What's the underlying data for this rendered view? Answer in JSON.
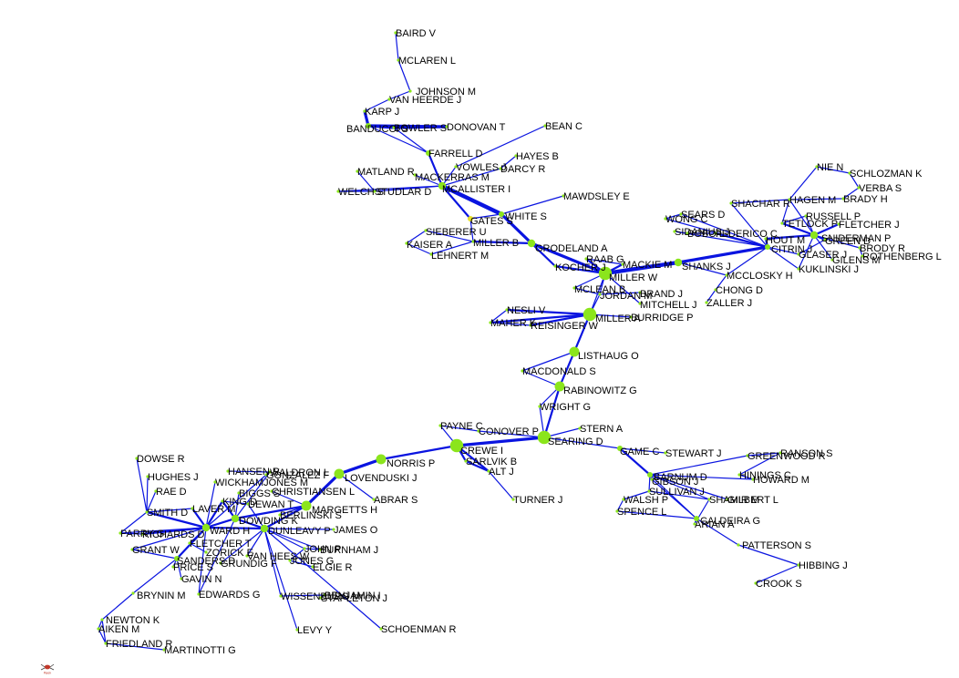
{
  "colors": {
    "edge": "#0a14e0",
    "node": "#8be51c",
    "node_alt": "#e8e02a",
    "label": "#000000"
  },
  "logo_text": "Pajek",
  "nodes": {
    "bairdv": {
      "label": "BAIRD V",
      "size": 1
    },
    "mclarenl": {
      "label": "MCLAREN L",
      "size": 1
    },
    "johnsonm": {
      "label": "JOHNSON M",
      "size": 1
    },
    "vanheerded": {
      "label": "VAN HEERDE J",
      "size": 1
    },
    "karpj": {
      "label": "KARP J",
      "size": 1
    },
    "bandurcis": {
      "label": "BANDUCCI S",
      "size": 2
    },
    "bowlers": {
      "label": "BOWLER S",
      "size": 1
    },
    "donovant": {
      "label": "DONOVAN T",
      "size": 1
    },
    "beanc": {
      "label": "BEAN C",
      "size": 1
    },
    "farrelld": {
      "label": "FARRELL D",
      "size": 2
    },
    "hayesb": {
      "label": "HAYES B",
      "size": 1
    },
    "vowlesj": {
      "label": "VOWLES J",
      "size": 1
    },
    "darcyr": {
      "label": "DARCY R",
      "size": 1
    },
    "mackerrasm": {
      "label": "MACKERRAS M",
      "size": 1
    },
    "matlandr": {
      "label": "MATLAND R",
      "size": 1
    },
    "mcallisteri": {
      "label": "MCALLISTER I",
      "size": 3
    },
    "studlard": {
      "label": "STUDLAR D",
      "size": 1
    },
    "welchs": {
      "label": "WELCH S",
      "size": 1
    },
    "mawdsleye": {
      "label": "MAWDSLEY E",
      "size": 1
    },
    "whites": {
      "label": "WHITE S",
      "size": 2
    },
    "gatess": {
      "label": "GATES S",
      "size": 2
    },
    "siebereru": {
      "label": "SIEBERER U",
      "size": 1
    },
    "kaisera": {
      "label": "KAISER A",
      "size": 1
    },
    "millerb": {
      "label": "MILLER B",
      "size": 1
    },
    "lehnertm": {
      "label": "LEHNERT M",
      "size": 1
    },
    "grodelanda": {
      "label": "GRODELAND A",
      "size": 3
    },
    "raabg": {
      "label": "RAAB G",
      "size": 1
    },
    "kochergj": {
      "label": "KOCHER J",
      "size": 1
    },
    "mackiem": {
      "label": "MACKIE M",
      "size": 1
    },
    "millerw": {
      "label": "MILLER W",
      "size": 5
    },
    "mcleanb": {
      "label": "MCLEAN B",
      "size": 1
    },
    "jordanm": {
      "label": "JORDAN M",
      "size": 1
    },
    "brandj": {
      "label": "BRAND J",
      "size": 1
    },
    "mitchellj": {
      "label": "MITCHELL J",
      "size": 1
    },
    "shanksj": {
      "label": "SHANKS J",
      "size": 3
    },
    "mccloskyh": {
      "label": "MCCLOSKY H",
      "size": 1
    },
    "chongd": {
      "label": "CHONG D",
      "size": 1
    },
    "zallerj": {
      "label": "ZALLER J",
      "size": 1
    },
    "niens": {
      "label": "NIE N",
      "size": 1
    },
    "schlozmank": {
      "label": "SCHLOZMAN K",
      "size": 1
    },
    "verbas": {
      "label": "VERBA S",
      "size": 1
    },
    "bradyh": {
      "label": "BRADY H",
      "size": 1
    },
    "shacharr": {
      "label": "SHACHAR R",
      "size": 1
    },
    "hagenm": {
      "label": "HAGEN M",
      "size": 1
    },
    "searsd": {
      "label": "SEARS D",
      "size": 1
    },
    "wongc": {
      "label": "WONG C",
      "size": 1
    },
    "russellp": {
      "label": "RUSSELL P",
      "size": 1
    },
    "tetlockp": {
      "label": "TETLOCK P",
      "size": 1
    },
    "fletcherj": {
      "label": "FLETCHER J",
      "size": 1
    },
    "sidaniusj": {
      "label": "SIDANIUS J",
      "size": 1
    },
    "bobol": {
      "label": "BOBO L",
      "size": 1
    },
    "federicoc": {
      "label": "FEDERICO C",
      "size": 1
    },
    "houtmand": {
      "label": "HOUT M",
      "size": 1
    },
    "sniderman": {
      "label": "SNIDERMAN P",
      "size": 3
    },
    "greenb": {
      "label": "GREEN D",
      "size": 1
    },
    "citrinj": {
      "label": "CITRIN J",
      "size": 2
    },
    "glaserj": {
      "label": "GLASER J",
      "size": 1
    },
    "gilensm": {
      "label": "GILENS M",
      "size": 1
    },
    "brodyr": {
      "label": "BRODY R",
      "size": 1
    },
    "rothenbergl": {
      "label": "ROTHENBERG L",
      "size": 1
    },
    "kuklinskij": {
      "label": "KUKLINSKI J",
      "size": 1
    },
    "neslyv": {
      "label": "NESLI V",
      "size": 1
    },
    "maherk": {
      "label": "MAHER K",
      "size": 1
    },
    "reisingerw": {
      "label": "REISINGER W",
      "size": 1
    },
    "millera": {
      "label": "MILLER A",
      "size": 5
    },
    "burridgep": {
      "label": "BURRIDGE P",
      "size": 1
    },
    "listhaugo": {
      "label": "LISTHAUG O",
      "size": 4
    },
    "macdonalds": {
      "label": "MACDONALD S",
      "size": 1
    },
    "rabinowitzg": {
      "label": "RABINOWITZ G",
      "size": 4
    },
    "wrightg": {
      "label": "WRIGHT G",
      "size": 1
    },
    "paynec": {
      "label": "PAYNE C",
      "size": 1
    },
    "conoverp": {
      "label": "CONOVER P",
      "size": 1
    },
    "sternа": {
      "label": "STERN A",
      "size": 1
    },
    "searingd": {
      "label": "SEARING D",
      "size": 5
    },
    "crewei": {
      "label": "CREWE I",
      "size": 5
    },
    "sarlvikb": {
      "label": "SARLVIK B",
      "size": 1
    },
    "altj": {
      "label": "ALT J",
      "size": 1
    },
    "turnerj": {
      "label": "TURNER J",
      "size": 1
    },
    "gamec": {
      "label": "GAME C",
      "size": 2
    },
    "stewartj": {
      "label": "STEWART J",
      "size": 1
    },
    "greenwoodr": {
      "label": "GREENWOOD R",
      "size": 1
    },
    "ransons": {
      "label": "RANSON S",
      "size": 1
    },
    "hiningsc": {
      "label": "HININGS C",
      "size": 1
    },
    "howardm": {
      "label": "HOWARD M",
      "size": 1
    },
    "marnumd": {
      "label": "BARNUM D",
      "size": 2
    },
    "gibsonj": {
      "label": "GIBSON J",
      "size": 1
    },
    "sullivanj": {
      "label": "SULLIVAN J",
      "size": 1
    },
    "walshp": {
      "label": "WALSH P",
      "size": 1
    },
    "shamirm": {
      "label": "SHAMIR M",
      "size": 1
    },
    "gilbertl": {
      "label": "GILBERT L",
      "size": 1
    },
    "spencel": {
      "label": "SPENCE L",
      "size": 1
    },
    "caldeirag": {
      "label": "CALDEIRA G",
      "size": 2
    },
    "arianа": {
      "label": "ARIAN A",
      "size": 1
    },
    "pattersons": {
      "label": "PATTERSON S",
      "size": 1
    },
    "hibbingj": {
      "label": "HIBBING J",
      "size": 1
    },
    "crooks": {
      "label": "CROOK S",
      "size": 1
    },
    "norrisp": {
      "label": "NORRIS P",
      "size": 4
    },
    "lovenduskij": {
      "label": "LOVENDUSKI J",
      "size": 4
    },
    "abrars": {
      "label": "ABRAR S",
      "size": 1
    },
    "margettsh": {
      "label": "MARGETTS H",
      "size": 4
    },
    "christiansenl": {
      "label": "CHRISTIANSEN L",
      "size": 1
    },
    "berlinskis": {
      "label": "BERLINSKI S",
      "size": 1
    },
    "dowser": {
      "label": "DOWSE R",
      "size": 1
    },
    "hughesj": {
      "label": "HUGHES J",
      "size": 1
    },
    "raed": {
      "label": "RAE D",
      "size": 1
    },
    "hansonr": {
      "label": "HANSEN R",
      "size": 1
    },
    "waldronl": {
      "label": "WALDRON L",
      "size": 1
    },
    "gonzalezf": {
      "label": "GONZALEZ F",
      "size": 1
    },
    "wickhamjonesm": {
      "label": "WICKHAMJONES M",
      "size": 1
    },
    "biggss": {
      "label": "BIGGS S",
      "size": 1
    },
    "kingd": {
      "label": "KING D",
      "size": 1
    },
    "dewant": {
      "label": "DEWAN T",
      "size": 1
    },
    "laverm": {
      "label": "LAVER M",
      "size": 1
    },
    "smithd": {
      "label": "SMITH D",
      "size": 1
    },
    "parrys": {
      "label": "PARRY G",
      "size": 1
    },
    "richardsd": {
      "label": "RICHARDS D",
      "size": 1
    },
    "wardh": {
      "label": "WARD H",
      "size": 3
    },
    "dowdingk": {
      "label": "DOWDING K",
      "size": 3
    },
    "dunleavyp": {
      "label": "DUNLEAVY P",
      "size": 3
    },
    "jameso": {
      "label": "JAMES O",
      "size": 1
    },
    "grantw": {
      "label": "GRANT W",
      "size": 1
    },
    "fletchert": {
      "label": "FLETCHER T",
      "size": 1
    },
    "zorickE": {
      "label": "ZORICK E",
      "size": 1
    },
    "vanheesw": {
      "label": "VAN HEES W",
      "size": 1
    },
    "johnp": {
      "label": "JOHN P",
      "size": 1
    },
    "burnhamj": {
      "label": "BURNHAM J",
      "size": 1
    },
    "prices": {
      "label": "PRICE S",
      "size": 1
    },
    "sandersd": {
      "label": "SANDERS D",
      "size": 2
    },
    "grundigf": {
      "label": "GRUNDIG F",
      "size": 1
    },
    "jonesg": {
      "label": "JONES G",
      "size": 1
    },
    "elgier": {
      "label": "ELGIE R",
      "size": 1
    },
    "gavinn": {
      "label": "GAVIN N",
      "size": 1
    },
    "bryninm": {
      "label": "BRYNIN M",
      "size": 1
    },
    "edwardsg": {
      "label": "EDWARDS G",
      "size": 1
    },
    "wissenburgm": {
      "label": "WISSENBURG M",
      "size": 1
    },
    "benjamini": {
      "label": "BENJAMIN I",
      "size": 1
    },
    "stapletonj": {
      "label": "STAPLETON J",
      "size": 1
    },
    "newtonk": {
      "label": "NEWTON K",
      "size": 1
    },
    "aikenm": {
      "label": "AIKEN M",
      "size": 1
    },
    "friedlandr": {
      "label": "FRIEDLAND R",
      "size": 1
    },
    "martinottig": {
      "label": "MARTINOTTI G",
      "size": 1
    },
    "levyy": {
      "label": "LEVY Y",
      "size": 1
    },
    "schoenmanr": {
      "label": "SCHOENMAN R",
      "size": 1
    }
  }
}
